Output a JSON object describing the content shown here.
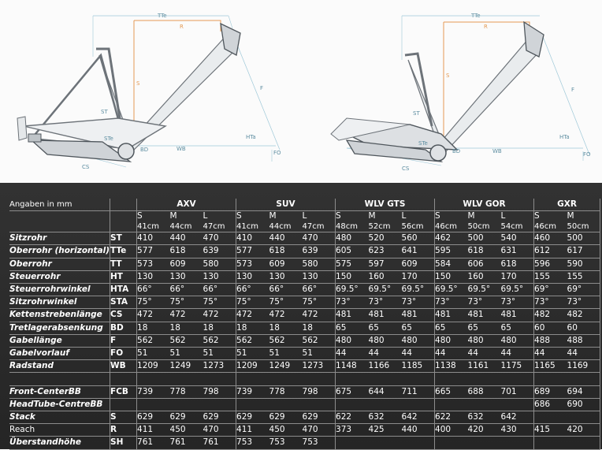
{
  "diagram_labels": {
    "tte": "TTe",
    "r": "R",
    "s": "S",
    "st": "ST",
    "ste": "STe",
    "bd": "BD",
    "wb": "WB",
    "cs": "CS",
    "f": "F",
    "hta": "HTa",
    "fo": "FO"
  },
  "table": {
    "header_label": "Angaben in mm",
    "models": [
      {
        "name": "AXV",
        "sizes": [
          "S",
          "M",
          "L"
        ],
        "units": [
          "41cm",
          "44cm",
          "47cm"
        ]
      },
      {
        "name": "SUV",
        "sizes": [
          "S",
          "M",
          "L"
        ],
        "units": [
          "41cm",
          "44cm",
          "47cm"
        ]
      },
      {
        "name": "WLV GTS",
        "sizes": [
          "S",
          "M",
          "L"
        ],
        "units": [
          "48cm",
          "52cm",
          "56cm"
        ]
      },
      {
        "name": "WLV GOR",
        "sizes": [
          "S",
          "M",
          "L"
        ],
        "units": [
          "46cm",
          "50cm",
          "54cm"
        ]
      },
      {
        "name": "GXR",
        "sizes": [
          "S",
          "M"
        ],
        "units": [
          "46cm",
          "50cm"
        ]
      }
    ],
    "rows": [
      {
        "label": "Sitzrohr",
        "abbr": "ST",
        "values": [
          "410",
          "440",
          "470",
          "410",
          "440",
          "470",
          "480",
          "520",
          "560",
          "462",
          "500",
          "540",
          "460",
          "500"
        ]
      },
      {
        "label": "Oberrohr (horizontal)",
        "abbr": "TTe",
        "values": [
          "577",
          "618",
          "639",
          "577",
          "618",
          "639",
          "605",
          "623",
          "641",
          "595",
          "618",
          "631",
          "612",
          "617"
        ]
      },
      {
        "label": "Oberrohr",
        "abbr": "TT",
        "values": [
          "573",
          "609",
          "580",
          "573",
          "609",
          "580",
          "575",
          "597",
          "609",
          "584",
          "606",
          "618",
          "596",
          "590"
        ]
      },
      {
        "label": "Steuerrohr",
        "abbr": "HT",
        "values": [
          "130",
          "130",
          "130",
          "130",
          "130",
          "130",
          "150",
          "160",
          "170",
          "150",
          "160",
          "170",
          "155",
          "155"
        ]
      },
      {
        "label": "Steuerrohrwinkel",
        "abbr": "HTA",
        "values": [
          "66°",
          "66°",
          "66°",
          "66°",
          "66°",
          "66°",
          "69.5°",
          "69.5°",
          "69.5°",
          "69.5°",
          "69.5°",
          "69.5°",
          "69°",
          "69°"
        ]
      },
      {
        "label": "Sitzrohrwinkel",
        "abbr": "STA",
        "values": [
          "75°",
          "75°",
          "75°",
          "75°",
          "75°",
          "75°",
          "73°",
          "73°",
          "73°",
          "73°",
          "73°",
          "73°",
          "73°",
          "73°"
        ]
      },
      {
        "label": "Kettenstrebenlänge",
        "abbr": "CS",
        "values": [
          "472",
          "472",
          "472",
          "472",
          "472",
          "472",
          "481",
          "481",
          "481",
          "481",
          "481",
          "481",
          "482",
          "482"
        ]
      },
      {
        "label": "Tretlagerabsenkung",
        "abbr": "BD",
        "values": [
          "18",
          "18",
          "18",
          "18",
          "18",
          "18",
          "65",
          "65",
          "65",
          "65",
          "65",
          "65",
          "60",
          "60"
        ]
      },
      {
        "label": "Gabellänge",
        "abbr": "F",
        "values": [
          "562",
          "562",
          "562",
          "562",
          "562",
          "562",
          "480",
          "480",
          "480",
          "480",
          "480",
          "480",
          "488",
          "488"
        ]
      },
      {
        "label": "Gabelvorlauf",
        "abbr": "FO",
        "values": [
          "51",
          "51",
          "51",
          "51",
          "51",
          "51",
          "44",
          "44",
          "44",
          "44",
          "44",
          "44",
          "44",
          "44"
        ]
      },
      {
        "label": "Radstand",
        "abbr": "WB",
        "values": [
          "1209",
          "1249",
          "1273",
          "1209",
          "1249",
          "1273",
          "1148",
          "1166",
          "1185",
          "1138",
          "1161",
          "1175",
          "1165",
          "1169"
        ]
      },
      {
        "label": "",
        "abbr": "",
        "values": [
          "",
          "",
          "",
          "",
          "",
          "",
          "",
          "",
          "",
          "",
          "",
          "",
          "",
          ""
        ]
      },
      {
        "label": "Front-CenterBB",
        "abbr": "FCB",
        "values": [
          "739",
          "778",
          "798",
          "739",
          "778",
          "798",
          "675",
          "644",
          "711",
          "665",
          "688",
          "701",
          "689",
          "694"
        ]
      },
      {
        "label": "HeadTube-CentreBB",
        "abbr": "",
        "values": [
          "",
          "",
          "",
          "",
          "",
          "",
          "",
          "",
          "",
          "",
          "",
          "",
          "686",
          "690"
        ]
      },
      {
        "label": "Stack",
        "abbr": "S",
        "values": [
          "629",
          "629",
          "629",
          "629",
          "629",
          "629",
          "622",
          "632",
          "642",
          "622",
          "632",
          "642",
          "",
          ""
        ]
      },
      {
        "label": "Reach",
        "abbr": "R",
        "values": [
          "411",
          "450",
          "470",
          "411",
          "450",
          "470",
          "373",
          "425",
          "440",
          "400",
          "420",
          "430",
          "415",
          "420"
        ],
        "plain": true
      },
      {
        "label": "Überstandhöhe",
        "abbr": "SH",
        "values": [
          "761",
          "761",
          "761",
          "753",
          "753",
          "753",
          "",
          "",
          "",
          "",
          "",
          "",
          "",
          ""
        ]
      }
    ]
  }
}
